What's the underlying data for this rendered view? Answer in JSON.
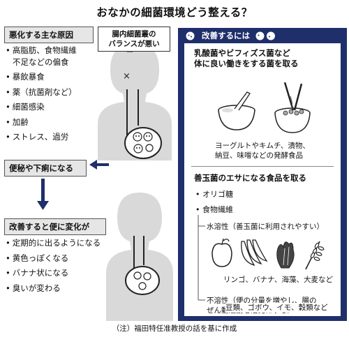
{
  "title": "おなかの細菌環境どう整える？",
  "left": {
    "causes_header": "悪化する主な原因",
    "causes": [
      "高脂肪、食物繊維",
      "不足などの偏食",
      "暴飲暴食",
      "薬（抗菌剤など）",
      "細菌感染",
      "加齢",
      "ストレス、過労"
    ],
    "constipation": "便秘や下痢になる",
    "improve_header": "改善すると便に変化が",
    "improvements": [
      "定期的に出るようになる",
      "黄色っぽくなる",
      "バナナ状になる",
      "臭いが変わる"
    ],
    "callout": [
      "腸内細菌叢の",
      "バランスが悪い"
    ]
  },
  "panel": {
    "title": "改善するには",
    "sec1_title": [
      "乳酸菌やビフィズス菌など",
      "体に良い働きをする菌を取る"
    ],
    "sec1_caption": [
      "ヨーグルトやキムチ、漬物、",
      "納豆、味噌などの発酵食品"
    ],
    "sec2_title": "善玉菌のエサになる食品を取る",
    "oligo": "オリゴ糖",
    "fiber": "食物繊維",
    "soluble": "水溶性（善玉菌に利用されやすい）",
    "soluble_foods": "リンゴ、バナナ、海藻、大麦など",
    "insoluble": [
      "不溶性（便の分量を増やし、腸の",
      "ぜん動運動を活発にする）"
    ],
    "insoluble_foods": "豆類、ゴボウ、イモ、穀類など"
  },
  "note": "（注）福田特任准教授の話を基に作成",
  "colors": {
    "panel": "#1f2f6b",
    "header_bg": "#e6e6e6",
    "figure": "#d9d9d9",
    "arrow": "#1f2f6b"
  }
}
